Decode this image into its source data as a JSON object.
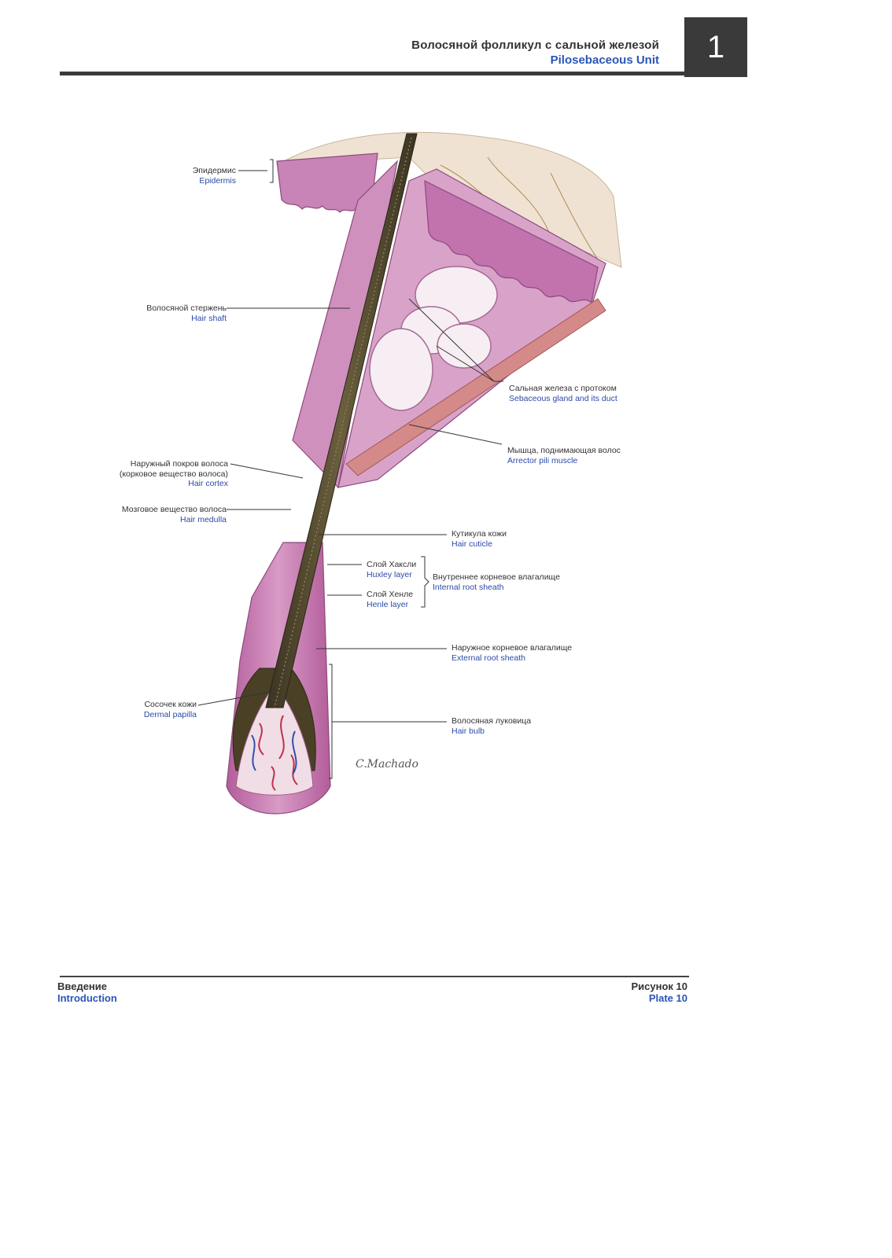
{
  "header": {
    "title_ru": "Волосяной фолликул с сальной железой",
    "title_en": "Pilosebaceous Unit",
    "chapter_number": "1"
  },
  "labels": {
    "epidermis": {
      "ru": "Эпидермис",
      "en": "Epidermis"
    },
    "hair_shaft": {
      "ru": "Волосяной стержень",
      "en": "Hair shaft"
    },
    "sebaceous": {
      "ru": "Сальная железа с протоком",
      "en": "Sebaceous gland and its duct"
    },
    "arrector": {
      "ru": "Мышца, поднимающая волос",
      "en": "Arrector pili muscle"
    },
    "cortex": {
      "ru1": "Наружный покров волоса",
      "ru2": "(корковое вещество волоса)",
      "en": "Hair cortex"
    },
    "medulla": {
      "ru": "Мозговое вещество волоса",
      "en": "Hair medulla"
    },
    "cuticle": {
      "ru": "Кутикула кожи",
      "en": "Hair cuticle"
    },
    "huxley": {
      "ru": "Слой Хаксли",
      "en": "Huxley layer"
    },
    "henle": {
      "ru": "Слой Хенле",
      "en": "Henle layer"
    },
    "internal_sheath": {
      "ru": "Внутреннее корневое влагалище",
      "en": "Internal root sheath"
    },
    "external_sheath": {
      "ru": "Наружное корневое влагалище",
      "en": "External root sheath"
    },
    "papilla": {
      "ru": "Сосочек кожи",
      "en": "Dermal papilla"
    },
    "bulb": {
      "ru": "Волосяная луковица",
      "en": "Hair bulb"
    }
  },
  "signature": "C.Machado",
  "footer": {
    "section_ru": "Введение",
    "section_en": "Introduction",
    "plate_ru": "Рисунок 10",
    "plate_en": "Plate 10"
  },
  "colors": {
    "accent_blue": "#2a55b8",
    "dark_gray": "#3a3a3a",
    "tissue_pink": "#c77fb0",
    "skin_surface": "#efe2d2"
  }
}
